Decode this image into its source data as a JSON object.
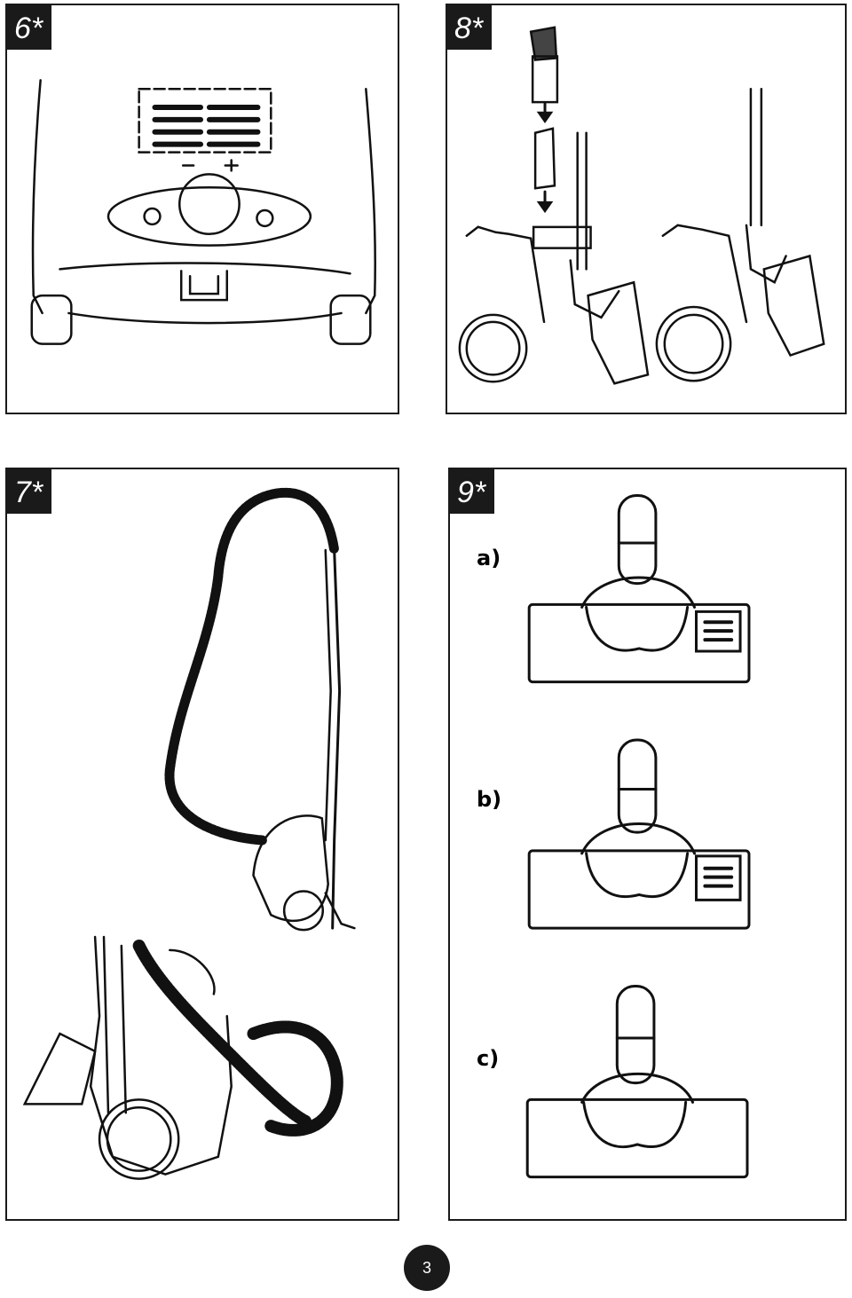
{
  "panels": {
    "p6": {
      "tag": "6*"
    },
    "p8": {
      "tag": "8*"
    },
    "p7": {
      "tag": "7*"
    },
    "p9": {
      "tag": "9*",
      "labels": {
        "a": "a)",
        "b": "b)",
        "c": "c)"
      }
    }
  },
  "page": {
    "number": "3"
  }
}
